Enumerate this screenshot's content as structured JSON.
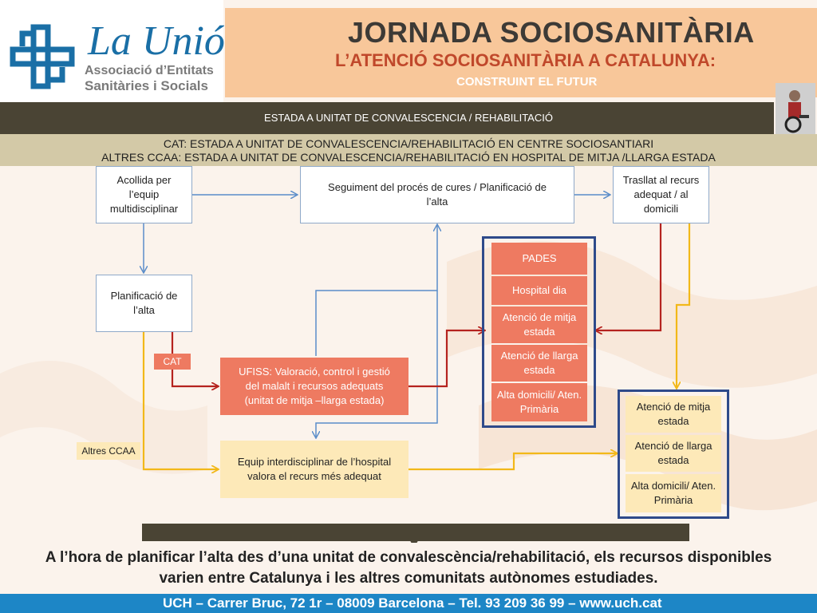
{
  "logo": {
    "name": "La Unió",
    "line2": "Associació d’Entitats",
    "line3": "Sanitàries i Socials"
  },
  "title": {
    "main": "JORNADA SOCIOSANITÀRIA",
    "sub": "L’ATENCIÓ SOCIOSANITÀRIA A CATALUNYA:",
    "sub2": "CONSTRUINT EL FUTUR"
  },
  "band1": "ESTADA A UNITAT DE CONVALESCENCIA / REHABILITACIÓ",
  "band2": {
    "line1": "CAT: ESTADA A UNITAT DE CONVALESCENCIA/REHABILITACIÓ EN CENTRE SOCIOSANTIARI",
    "line2": "ALTRES CCAA: ESTADA A UNITAT DE CONVALESCENCIA/REHABILITACIÓ EN HOSPITAL DE MITJA /LLARGA ESTADA"
  },
  "boxes": {
    "acollida": "Acollida per l’equip multidisciplinar",
    "seguiment": "Seguiment del procés de cures / Planificació de l’alta",
    "trasllat": "Trasllat al recurs adequat / al domicili",
    "planificacio": "Planificació de l’alta",
    "ufiss": "UFISS: Valoració, control i gestió del malalt i recursos adequats (unitat de mitja –llarga estada)",
    "equip": "Equip interdisciplinar de l’hospital valora el recurs més adequat"
  },
  "tags": {
    "cat": "CAT",
    "altres": "Altres CCAA"
  },
  "red_list": [
    "PADES",
    "Hospital dia",
    "Atenció de mitja estada",
    "Atenció de llarga estada",
    "Alta domicili/ Aten. Primària"
  ],
  "yellow_list": [
    "Atenció de mitja estada",
    "Atenció de llarga estada",
    "Alta domicili/ Aten. Primària"
  ],
  "message": {
    "line1": "A l’hora de planificar l’alta des d’una unitat de convalescència/rehabilitació, els recursos disponibles",
    "line2": "varien entre Catalunya i les altres comunitats autònomes estudiades."
  },
  "footer": "UCH – Carrer Bruc, 72 1r – 08009 Barcelona – Tel. 93 209 36 99 – www.uch.cat",
  "colors": {
    "blue": "#5b8dc9",
    "red": "#b5231f",
    "yellow": "#f2b819",
    "navy": "#2e4a8a",
    "dark": "#4a4434"
  }
}
